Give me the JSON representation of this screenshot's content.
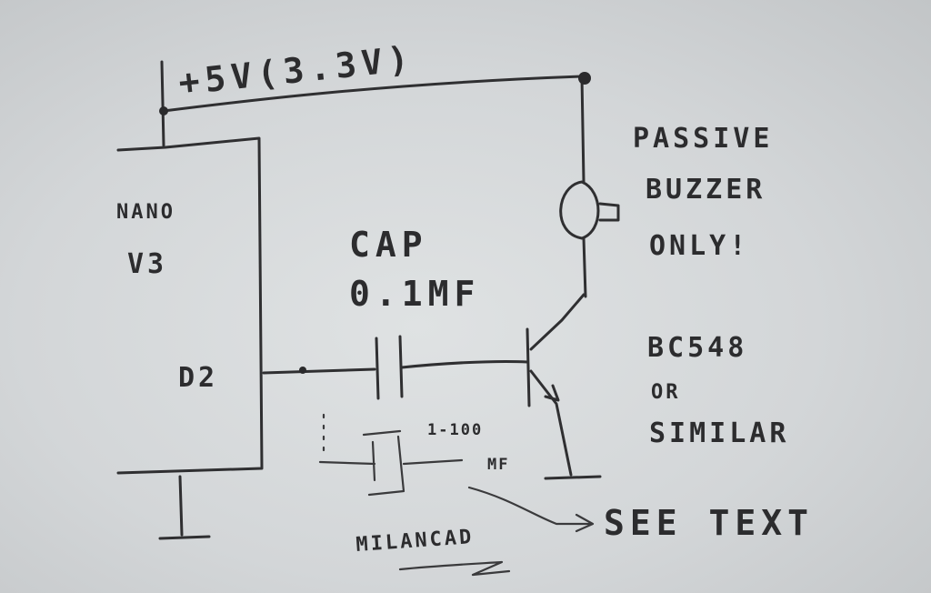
{
  "labels": {
    "supply": "+5V(3.3V)",
    "board_line1": "NANO",
    "board_line2": "V3",
    "pin": "D2",
    "cap_line1": "CAP",
    "cap_line2": "0.1MF",
    "buzzer_line1": "PASSIVE",
    "buzzer_line2": "BUZZER",
    "buzzer_line3": "ONLY!",
    "transistor_line1": "BC548",
    "transistor_line2": "OR",
    "transistor_line3": "SIMILAR",
    "electrolytic_line1": "1-100",
    "electrolytic_line2": "MF",
    "note": "SEE TEXT",
    "signature": "MILANCAD"
  }
}
